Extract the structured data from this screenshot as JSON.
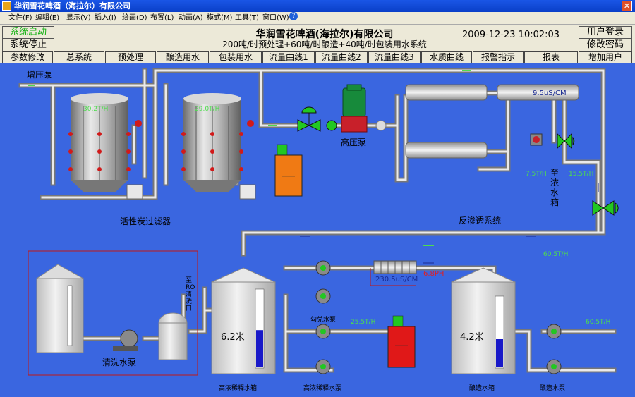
{
  "window": {
    "title": "华润雪花啤酒（海拉尔）有限公司"
  },
  "menu": [
    "文件(F)",
    "编辑(E)",
    "显示(V)",
    "插入(I)",
    "绘画(D)",
    "布置(L)",
    "动画(A)",
    "模式(M)",
    "工具(T)",
    "窗口(W)"
  ],
  "header": {
    "start_label": "系统启动",
    "stop_label": "系统停止",
    "params_label": "参数修改",
    "company": "华润雪花啤酒(海拉尔)有限公司",
    "subtitle": "200吨/时预处理+60吨/时酿造+40吨/时包装用水系统",
    "datetime": "2009-12-23 10:02:03",
    "login_label": "用户登录",
    "change_pwd_label": "修改密码",
    "add_user_label": "增加用户"
  },
  "nav": [
    "总系统",
    "预处理",
    "酿造用水",
    "包装用水",
    "流量曲线1",
    "流量曲线2",
    "流量曲线3",
    "水质曲线",
    "报警指示",
    "报表"
  ],
  "diagram": {
    "booster_pump_label": "增压泵",
    "filter1_flow": "30.2T/H",
    "filter2_flow": "29.0T/H",
    "carbon_filter_label": "活性炭过滤器",
    "high_pressure_pump_label": "高压泵",
    "ro_conductivity": "9.5uS/CM",
    "ro_flow_left": "7.5T/H",
    "ro_flow_right": "15.5T/H",
    "to_concentrate_tank": "至浓水箱",
    "ro_system_label": "反渗透系统",
    "main_flow": "60.5T/H",
    "clean_pump_label": "清洗水泵",
    "to_ro_clean": "至RO清洗口",
    "tank1_level": "6.2米",
    "tank1_label": "高浓稀释水箱",
    "blend_pump_label": "勾兑水泵",
    "dilution_pump_label": "高浓稀释水泵",
    "blend_flow": "25.5T/H",
    "conductivity": "230.5uS/CM",
    "ph": "6.8PH",
    "tank2_level": "4.2米",
    "tank2_label": "酿造水箱",
    "brew_pump_label": "酿造水泵",
    "brew_flow": "60.5T/H"
  },
  "gauges": {
    "tank1_level_fraction": 0.48,
    "tank2_level_fraction": 0.4
  },
  "colors": {
    "background": "#3a66e0",
    "active_green": "#10b010",
    "flow_green": "#4dde4d",
    "alarm_red": "#e02020"
  }
}
